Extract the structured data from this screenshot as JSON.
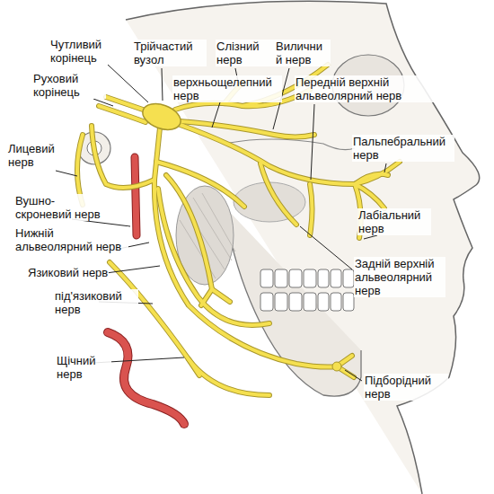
{
  "diagram": {
    "labels": [
      "Чутливий корінець",
      "Руховий корінець",
      "Лицевий нерв",
      "Трійчастий вузол",
      "Слізний нерв",
      "Вилични й нерв",
      "верхньощелепний нерв",
      "Передній верхній альвеолярний нерв",
      "Пальпебральний нерв",
      "Лабіальний нерв",
      "Вушно- скроневий нерв",
      "Нижній альвеолярний нерв",
      "Язиковий нерв",
      "під'язиковий нерв",
      "Щічний нерв",
      "Задній верхній альвеолярний нерв",
      "Підборідний нерв"
    ]
  }
}
